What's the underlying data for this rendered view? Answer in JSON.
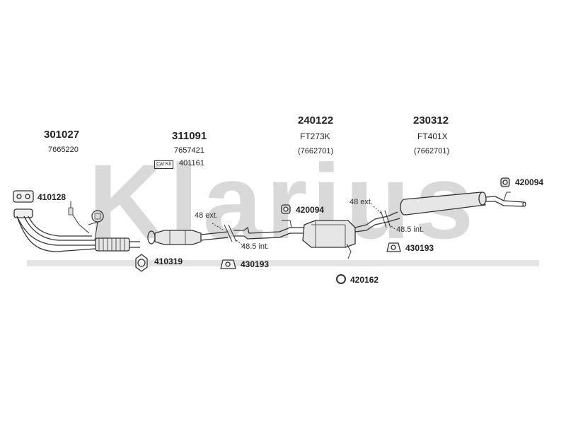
{
  "watermark": "Klarius",
  "parts": {
    "p1": {
      "number": "301027",
      "ref": "7665220"
    },
    "p2": {
      "number": "311091",
      "ref": "7657421",
      "catkit_label": "Cat Kit",
      "catkit_value": "401161"
    },
    "p3": {
      "number": "240122",
      "code": "FT273K",
      "ref": "(7662701)"
    },
    "p4": {
      "number": "230312",
      "code": "FT401X",
      "ref": "(7662701)"
    }
  },
  "accessories": {
    "a410128": "410128",
    "a410319": "410319",
    "a430193_left": "430193",
    "a420094_mid": "420094",
    "a420162": "420162",
    "a430193_right": "430193",
    "a420094_right": "420094"
  },
  "dimensions": {
    "left_ext": "48 ext.",
    "left_int": "48.5 int.",
    "right_ext": "48 ext.",
    "right_int": "48.5 int."
  },
  "colors": {
    "watermark": "#d6d6d6",
    "line": "#333333",
    "fill": "#e6e6e6"
  }
}
